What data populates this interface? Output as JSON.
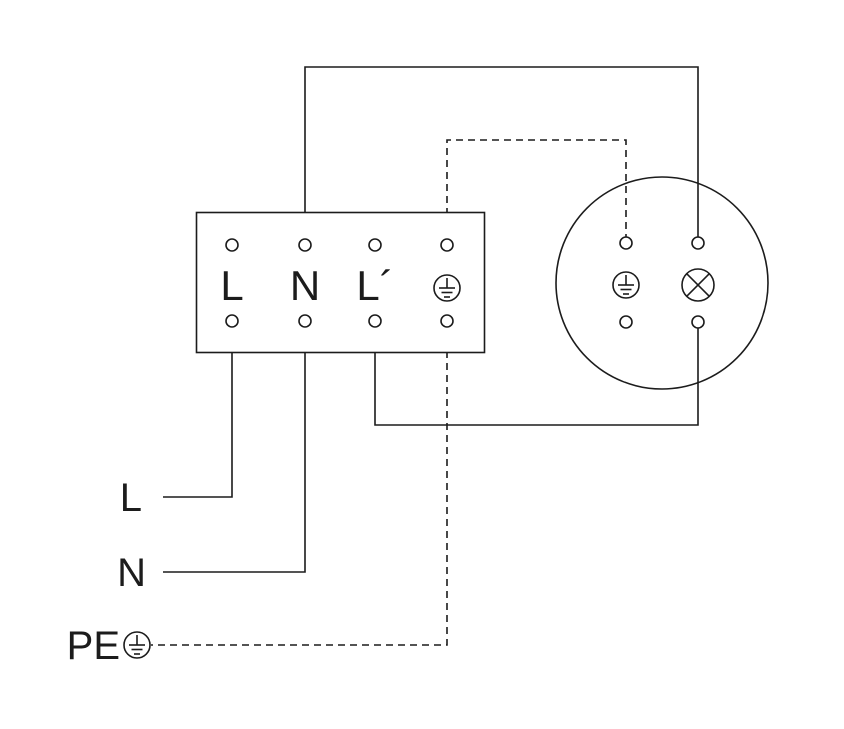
{
  "page": {
    "background": "#ffffff"
  },
  "colors": {
    "line": "#1c1c1c"
  },
  "terminal_block": {
    "terminals": [
      {
        "label": "L"
      },
      {
        "label": "N"
      },
      {
        "label": "L´"
      },
      {
        "label": "",
        "icon": "earth-icon"
      }
    ]
  },
  "load": {
    "icons": [
      {
        "icon": "earth-icon"
      },
      {
        "icon": "lamp-icon"
      }
    ]
  },
  "supply": {
    "line_label": "L",
    "neutral_label": "N",
    "earth_label": "PE",
    "earth_icon": "earth-icon"
  },
  "wire_styles": {
    "line": "solid",
    "neutral": "solid",
    "pe": "dashed"
  }
}
